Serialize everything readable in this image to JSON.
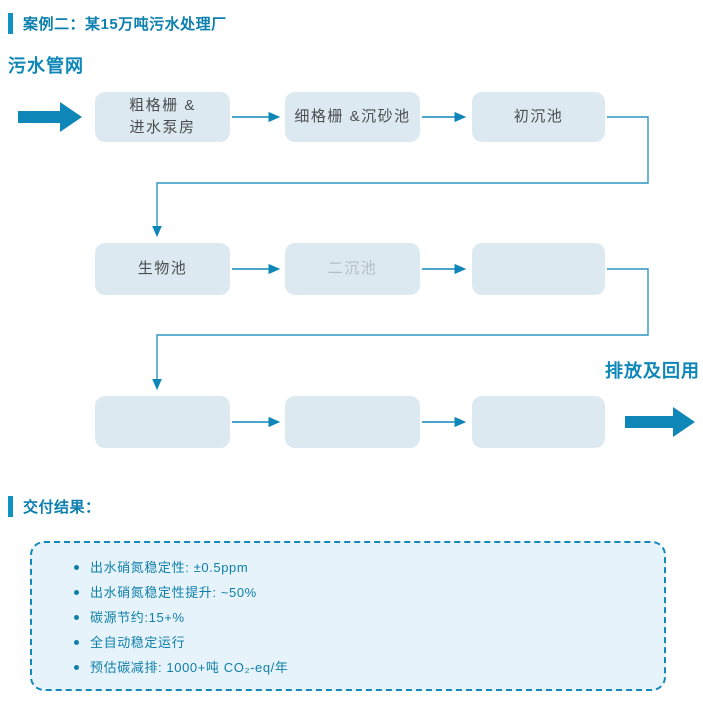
{
  "colors": {
    "accent": "#0e87b8",
    "section_bar": "#0f93c3",
    "box_fill": "#dde9f1",
    "box_text": "#4a4e51",
    "muted_box_text": "#b4bdc4",
    "panel_fill": "#e6f3fb",
    "panel_border": "#1488b8"
  },
  "case_header": {
    "title": "案例二：某15万吨污水处理厂"
  },
  "diagram": {
    "network_label": "污水管网",
    "discharge_label": "排放及回用",
    "rows": [
      {
        "boxes": [
          {
            "label": "粗格栅 &\n进水泵房"
          },
          {
            "label": "细格栅 &沉砂池"
          },
          {
            "label": "初沉池"
          }
        ]
      },
      {
        "boxes": [
          {
            "label": "生物池"
          },
          {
            "label": "二沉池"
          },
          {
            "label": ""
          }
        ]
      },
      {
        "boxes": [
          {
            "label": ""
          },
          {
            "label": ""
          },
          {
            "label": ""
          }
        ]
      }
    ]
  },
  "results": {
    "title": "交付结果：",
    "items": [
      "出水硝氮稳定性: ±0.5ppm",
      "出水硝氮稳定性提升: ~50%",
      "碳源节约:15+%",
      "全自动稳定运行",
      "预估碳减排: 1000+吨 CO₂-eq/年"
    ]
  }
}
